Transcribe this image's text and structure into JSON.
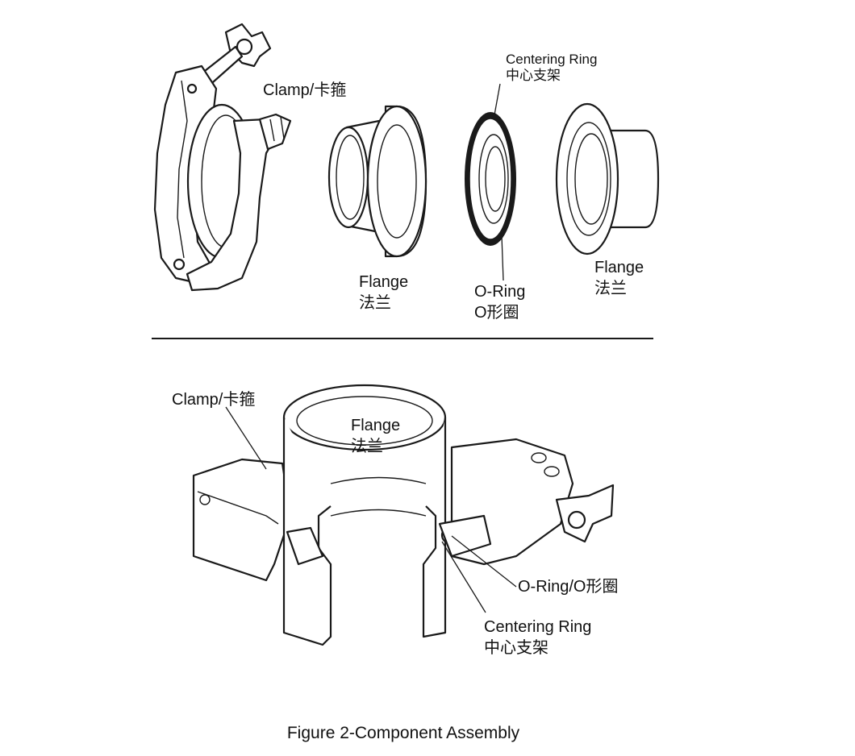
{
  "top_view": {
    "clamp_label": "Clamp/卡箍",
    "flange_left": {
      "en": "Flange",
      "zh": "法兰"
    },
    "centering_ring": {
      "en": "Centering Ring",
      "zh": "中心支架"
    },
    "o_ring": {
      "en": "O-Ring",
      "zh": "O形圈"
    },
    "flange_right": {
      "en": "Flange",
      "zh": "法兰"
    }
  },
  "bottom_view": {
    "clamp_label": "Clamp/卡箍",
    "flange": {
      "en": "Flange",
      "zh": "法兰"
    },
    "o_ring_label": "O-Ring/O形圈",
    "centering_ring": {
      "en": "Centering Ring",
      "zh": "中心支架"
    }
  },
  "caption": "Figure 2-Component Assembly"
}
